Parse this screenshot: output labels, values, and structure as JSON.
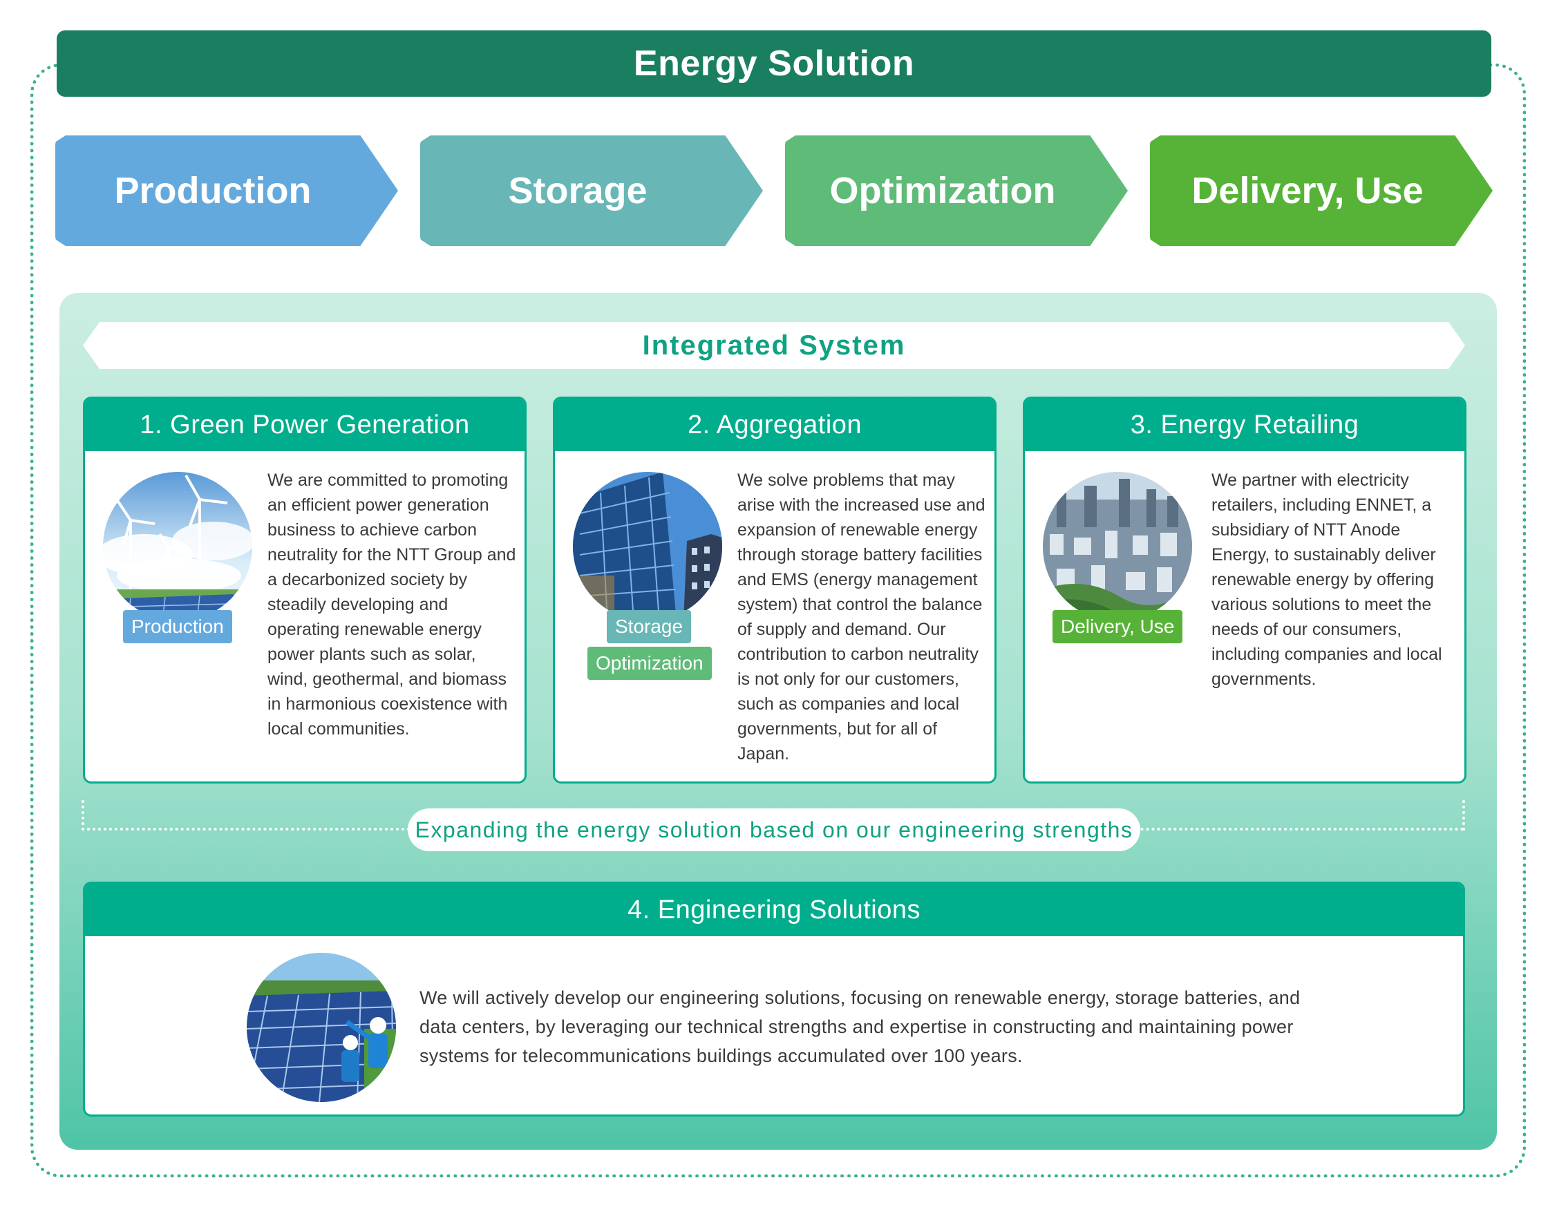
{
  "title": "Energy Solution",
  "colors": {
    "title_bg": "#1a7f61",
    "production": "#64a9dd",
    "storage": "#68b6b6",
    "optimization": "#5fbb78",
    "delivery": "#57b337",
    "accent": "#00ad8c"
  },
  "flow": [
    "Production",
    "Storage",
    "Optimization",
    "Delivery, Use"
  ],
  "integrated_system": {
    "banner": "Integrated System",
    "cards": [
      {
        "title": "1. Green Power Generation",
        "icon": "wind-solar-photo",
        "tags": [
          "Production"
        ],
        "text": "We are committed to promoting an efficient power generation business to achieve carbon neutrality for the NTT Group and a decarbonized society by steadily developing and operating renewable energy power plants such as solar, wind, geothermal, and biomass in harmonious coexistence with local communities."
      },
      {
        "title": "2. Aggregation",
        "icon": "office-building-photo",
        "tags": [
          "Storage",
          "Optimization"
        ],
        "text": "We solve problems that may arise with the increased use and expansion of renewable energy through storage battery facilities and EMS (energy management system) that control the balance of supply and demand. Our contribution to carbon neutrality is not only for our customers, such as companies and local governments, but for all of Japan."
      },
      {
        "title": "3. Energy Retailing",
        "icon": "city-skyline-photo",
        "tags": [
          "Delivery, Use"
        ],
        "text": "We partner with electricity retailers, including ENNET, a subsidiary of NTT Anode Energy, to sustainably deliver renewable energy by offering various solutions to meet the needs of our consumers, including companies and local governments."
      }
    ]
  },
  "expanding": "Expanding the energy solution based on our engineering strengths",
  "engineering": {
    "title": "4. Engineering Solutions",
    "icon": "solar-workers-photo",
    "text": "We will actively develop our engineering solutions, focusing on renewable energy, storage batteries, and data centers, by leveraging our technical strengths and expertise in constructing and maintaining power systems for telecommunications buildings accumulated over 100 years."
  }
}
